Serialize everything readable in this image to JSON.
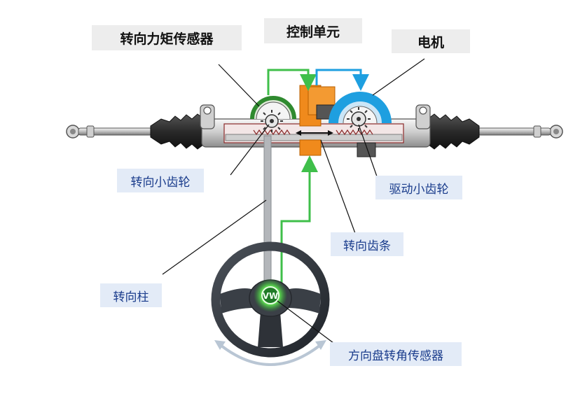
{
  "labels": {
    "torque_sensor": "转向力矩传感器",
    "control_unit": "控制单元",
    "motor": "电机",
    "steering_pinion": "转向小齿轮",
    "drive_pinion": "驱动小齿轮",
    "steering_rack": "转向齿条",
    "steering_column": "转向柱",
    "steering_angle_sensor": "方向盘转角传感器"
  },
  "logo": "VW",
  "colors": {
    "signal_green": "#3fbf4a",
    "motor_blue": "#1e9fe0",
    "control_orange": "#f08a1c",
    "label_blue_bg": "#e3ebf7",
    "label_gray_bg": "#ededed"
  }
}
